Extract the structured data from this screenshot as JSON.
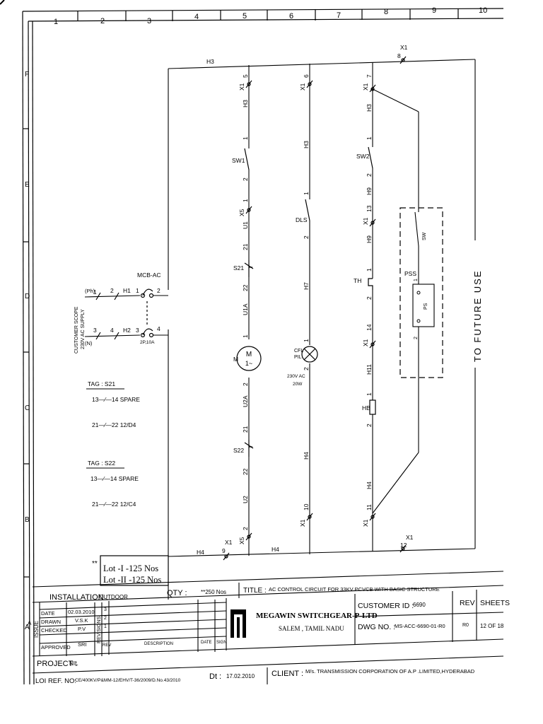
{
  "border": {
    "columns": [
      "1",
      "2",
      "3",
      "4",
      "5",
      "6",
      "7",
      "8",
      "9",
      "10"
    ],
    "rows": [
      "F",
      "E",
      "D",
      "C",
      "B",
      "A"
    ]
  },
  "wires": {
    "top_bus": "H3",
    "bottom_bus": "H4",
    "left_drop": "H4",
    "terminal_top": {
      "tag": "X1",
      "num": "8"
    },
    "terminal_bot_left": {
      "tag": "X1",
      "num": "9"
    },
    "terminal_bot_right": {
      "tag": "X1",
      "num": "12"
    }
  },
  "col1": {
    "top_term": "X1",
    "top_num": "5",
    "w1": "H3",
    "w1n": "1",
    "sw": "SW1",
    "sw_n": "2",
    "x5": "X5",
    "x5n": "1",
    "u1": "U1",
    "s21": "S21",
    "s21_n1": "21",
    "s21_n2": "22",
    "u1a": "U1A",
    "u1a_n": "1",
    "motor": "M",
    "motor_glyph": "M",
    "motor_tilde": "1~",
    "u2a": "U2A",
    "u2a_n": "2",
    "s22_n1": "21",
    "s22": "S22",
    "s22_n2": "22",
    "u2": "U2",
    "x5b": "X5",
    "x5b_n": "2"
  },
  "col2": {
    "top_term": "X1",
    "top_num": "6",
    "h3": "H3",
    "h3n": "1",
    "dls": "DLS",
    "dls_n": "2",
    "h7": "H7",
    "lamp1": "CFL",
    "lamp2": "PIL",
    "lamp_n1": "1",
    "lamp_n2": "2",
    "lamp_rating1": "230V AC",
    "lamp_rating2": "20W",
    "h4": "H4",
    "bot_term": "X1",
    "bot_num": "10"
  },
  "col3": {
    "top_term": "X1",
    "top_num": "7",
    "h3": "H3",
    "h3n": "1",
    "sw2": "SW2",
    "sw2_n": "2",
    "h9a": "H9",
    "x1a": "X1",
    "x1a_n": "13",
    "h9b": "H9",
    "h9b_n": "1",
    "th": "TH",
    "th_n": "2",
    "x1b": "X1",
    "x1b_n": "14",
    "h11": "H11",
    "h11_n": "1",
    "hb": "HB",
    "hb_n": "2",
    "h4": "H4",
    "bot_term": "X1",
    "bot_num": "11"
  },
  "pss": {
    "label": "PSS",
    "sw": "SW",
    "ps": "PS",
    "n1": "1",
    "n2": "2"
  },
  "future": "TO FUTURE USE",
  "supply": {
    "scope1": "CUSTOMER SCOPE",
    "scope2": "230V AC SUPPLY",
    "ph": "(Ph)",
    "n": "(N)",
    "t1": "1",
    "t2": "2",
    "h1": "H1",
    "m1": "1",
    "m2": "2",
    "t3": "3",
    "t4": "4",
    "h2": "H2",
    "m3": "3",
    "m4": "4",
    "mcb": "MCB-AC",
    "mcb_rating": "2P,10A"
  },
  "tags": [
    {
      "title": "TAG : S21",
      "row1": "13—⁄—14  SPARE",
      "row2": "21—⁄—22  12/D4"
    },
    {
      "title": "TAG : S22",
      "row1": "13—⁄—14  SPARE",
      "row2": "21—⁄—22  12/C4"
    }
  ],
  "lots": {
    "stars": "**",
    "line1": "Lot -I -125 Nos",
    "line2": "Lot -II -125 Nos"
  },
  "title_block": {
    "installation_label": "INSTALLATION :",
    "installation_value": "OUTDOOR",
    "qty_label": "QTY :",
    "qty_value": "**250 Nos",
    "title_label": "TITLE :",
    "title_value": "AC CONTROL CIRCUIT FOR 33KV PCVCB WITH BASIC STRUCTURE",
    "issue_vertical": "ISSUE",
    "rows": [
      {
        "label": "DATE",
        "value": "02.03.2010"
      },
      {
        "label": "DRAWN",
        "value": "V.S.K"
      },
      {
        "label": "CHECKED",
        "value": "P.V"
      },
      {
        "label": "APPROVED",
        "value": "SRI"
      }
    ],
    "issue_letter": "A",
    "revisions_vertical": "REVISIONS",
    "rev_numbers": [
      "3",
      "2",
      "1",
      "REV"
    ],
    "description_header": "DESCRIPTION",
    "date_header": "DATE",
    "sign_header": "SIGN",
    "company_name": "MEGAWIN SWITCHGEAR-P-LTD",
    "company_location": "SALEM , TAMIL NADU",
    "customer_id_label": "CUSTOMER ID :",
    "customer_id_value": "6690",
    "dwg_label": "DWG NO. :",
    "dwg_value": "MS-ACC-6690-01-R0",
    "rev_label": "REV",
    "rev_value": "R0",
    "sheets_label": "SHEETS",
    "sheets_value": "12 OF 18",
    "project_label": "PROJECT :",
    "project_value": "NIL",
    "loi_label": "LOI REF. NO:",
    "loi_value": "CE/400KV/P&MM-12/EHV/T-36/2009/D.No.43/2010",
    "dt_label": "Dt :",
    "dt_value": "17.02.2010",
    "client_label": "CLIENT :",
    "client_value": "M/s. TRANSMISSION CORPORATION OF A.P .LIMITED,HYDERABAD"
  }
}
